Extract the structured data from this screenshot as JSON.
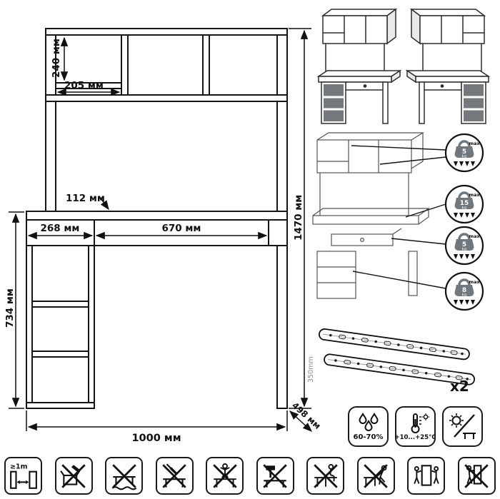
{
  "product_diagram": {
    "type": "furniture-desk-dimension-sheet",
    "language": "ru"
  },
  "dimensions": {
    "shelf_height": "240 мм",
    "shelf_depth": "205 мм",
    "overall_height": "1470 мм",
    "drawer_front_height": "112 мм",
    "pedestal_width": "268 мм",
    "drawer_width": "670 мм",
    "desk_height": "734 мм",
    "overall_width": "1000 мм",
    "overall_depth": "498 мм"
  },
  "load_badges": [
    {
      "value": "5",
      "unit": "kg",
      "note": "max"
    },
    {
      "value": "15",
      "unit": "kg",
      "note": "max"
    },
    {
      "value": "5",
      "unit": "kg",
      "note": "max"
    },
    {
      "value": "8",
      "unit": "kg",
      "note": "max"
    }
  ],
  "drawer_slides": {
    "length_label": "350mm",
    "quantity_label": "x2"
  },
  "conditions": {
    "humidity_label": "60-70%",
    "temperature_label": "+10...+25°C"
  },
  "care": {
    "clearance_label": "≥1m"
  },
  "icons": {
    "conditions": [
      "humidity-drops-icon",
      "temperature-range-icon",
      "no-direct-sunlight-icon"
    ],
    "care": [
      "clearance-1m-icon",
      "no-knife-unpacking-icon",
      "no-uneven-surface-icon",
      "no-tools-on-top-icon",
      "no-standing-icon",
      "no-hammering-icon",
      "no-sitting-icon",
      "no-pushing-icon",
      "two-person-carry-icon",
      "no-single-person-carry-icon"
    ],
    "badges": [
      "kettlebell-weight-icon",
      "down-arrows-icon"
    ]
  }
}
